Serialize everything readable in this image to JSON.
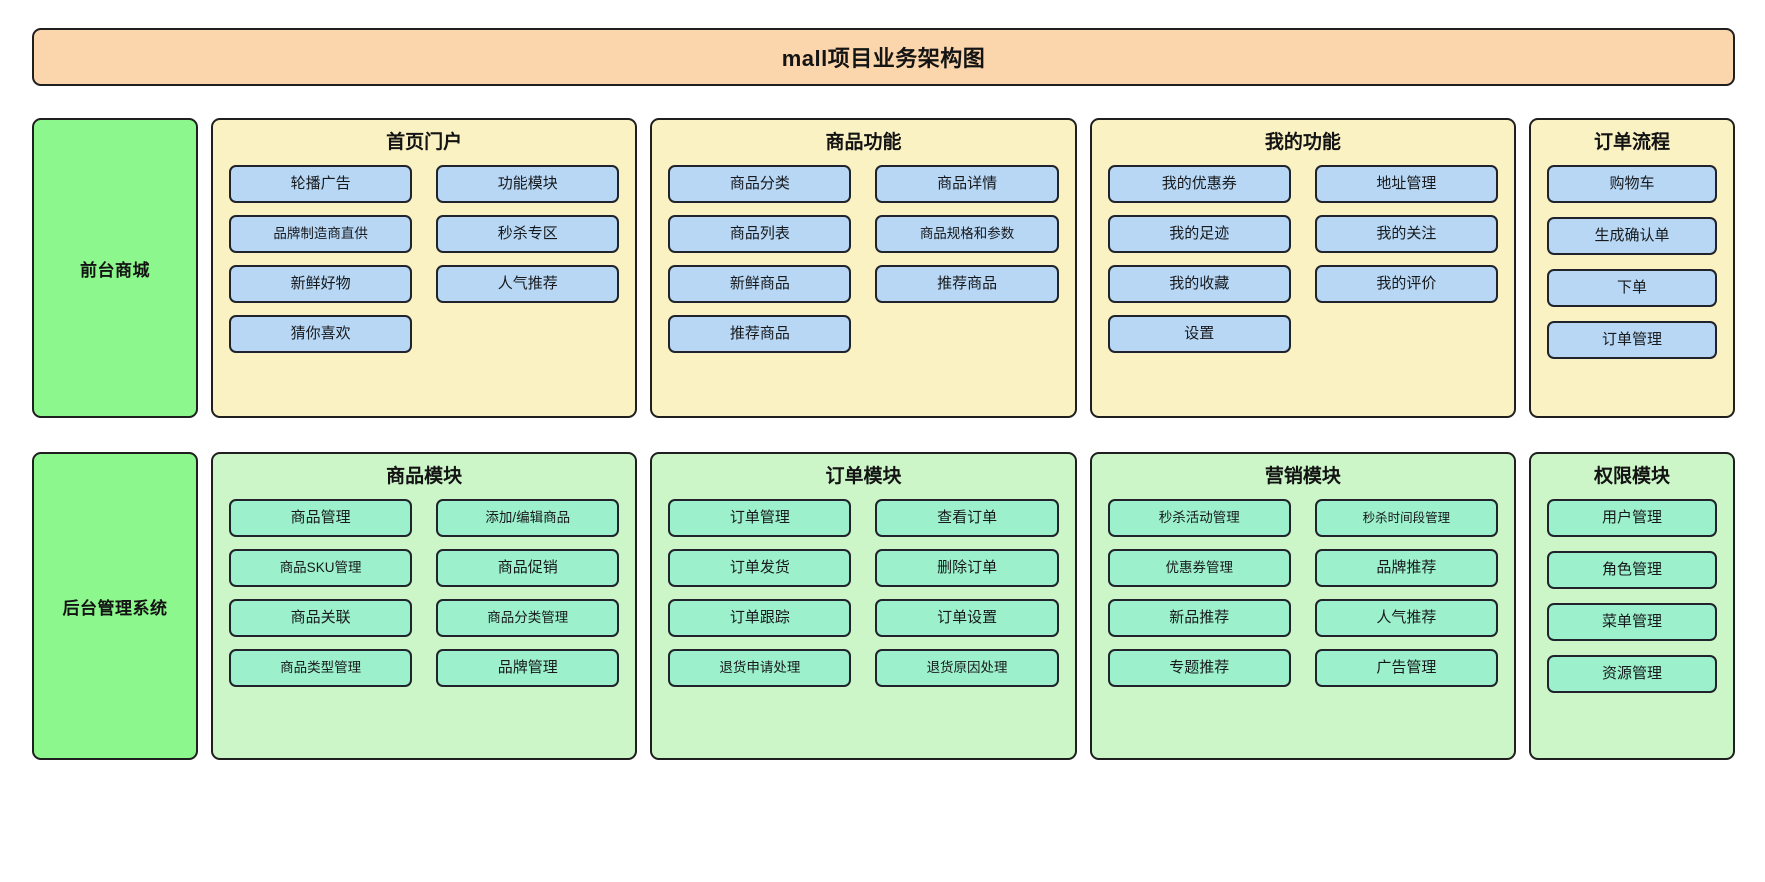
{
  "diagram": {
    "title": "mall项目业务架构图",
    "title_bg": "#fbd5ab",
    "layer_bg": "#8cf78c",
    "front_group_bg": "#fbf2c4",
    "front_leaf_bg": "#b7d7f4",
    "admin_group_bg": "#ccf6c8",
    "admin_leaf_bg": "#9cf0cb"
  },
  "layers": [
    {
      "label": "前台商城",
      "groups": [
        {
          "title": "首页门户",
          "columns": 2,
          "items": [
            "轮播广告",
            "功能模块",
            "品牌制造商直供",
            "秒杀专区",
            "新鲜好物",
            "人气推荐",
            "猜你喜欢"
          ]
        },
        {
          "title": "商品功能",
          "columns": 2,
          "items": [
            "商品分类",
            "商品详情",
            "商品列表",
            "商品规格和参数",
            "新鲜商品",
            "推荐商品",
            "推荐商品"
          ]
        },
        {
          "title": "我的功能",
          "columns": 2,
          "items": [
            "我的优惠券",
            "地址管理",
            "我的足迹",
            "我的关注",
            "我的收藏",
            "我的评价",
            "设置"
          ]
        },
        {
          "title": "订单流程",
          "columns": 1,
          "items": [
            "购物车",
            "生成确认单",
            "下单",
            "订单管理"
          ]
        }
      ]
    },
    {
      "label": "后台管理系统",
      "groups": [
        {
          "title": "商品模块",
          "columns": 2,
          "items": [
            "商品管理",
            "添加/编辑商品",
            "商品SKU管理",
            "商品促销",
            "商品关联",
            "商品分类管理",
            "商品类型管理",
            "品牌管理"
          ]
        },
        {
          "title": "订单模块",
          "columns": 2,
          "items": [
            "订单管理",
            "查看订单",
            "订单发货",
            "删除订单",
            "订单跟踪",
            "订单设置",
            "退货申请处理",
            "退货原因处理"
          ]
        },
        {
          "title": "营销模块",
          "columns": 2,
          "items": [
            "秒杀活动管理",
            "秒杀时间段管理",
            "优惠券管理",
            "品牌推荐",
            "新品推荐",
            "人气推荐",
            "专题推荐",
            "广告管理"
          ]
        },
        {
          "title": "权限模块",
          "columns": 1,
          "items": [
            "用户管理",
            "角色管理",
            "菜单管理",
            "资源管理"
          ]
        }
      ]
    }
  ]
}
